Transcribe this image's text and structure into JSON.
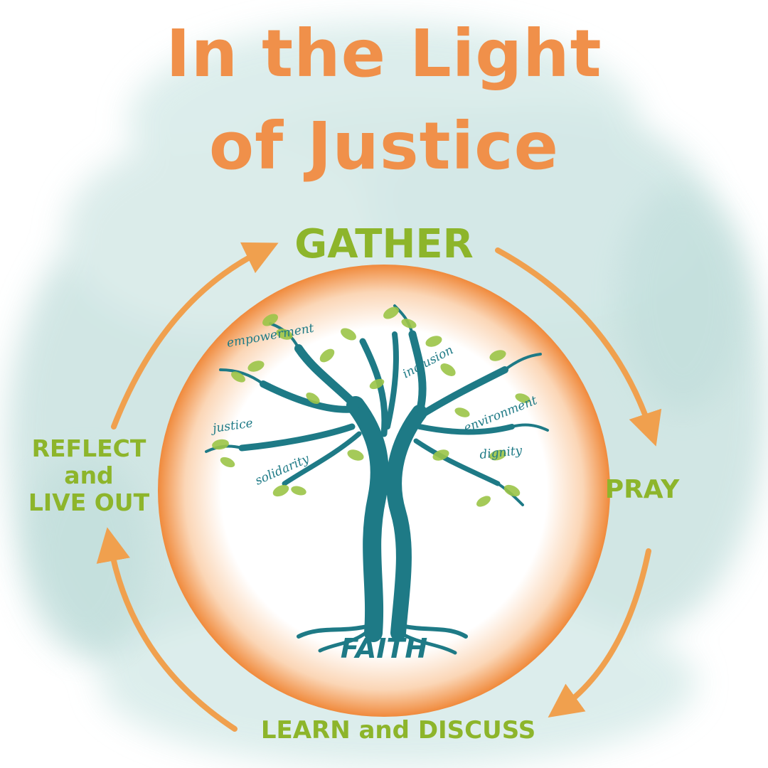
{
  "title": {
    "line1": "In the Light",
    "line2": "of Justice"
  },
  "cycle": {
    "gather": "GATHER",
    "pray": "PRAY",
    "learn": "LEARN and DISCUSS",
    "reflect": {
      "line1": "REFLECT",
      "line2": "and",
      "line3": "LIVE OUT"
    }
  },
  "tree": {
    "root_word": "FAITH",
    "values": [
      "empowerment",
      "inclusion",
      "environment",
      "justice",
      "dignity",
      "solidarity"
    ]
  },
  "colors": {
    "title": "#f0904a",
    "steps": "#8db52b",
    "arrows": "#f0a04e",
    "tree": "#1e7a86",
    "leaves": "#9cc548",
    "watercolor": "#cfe6e4"
  }
}
